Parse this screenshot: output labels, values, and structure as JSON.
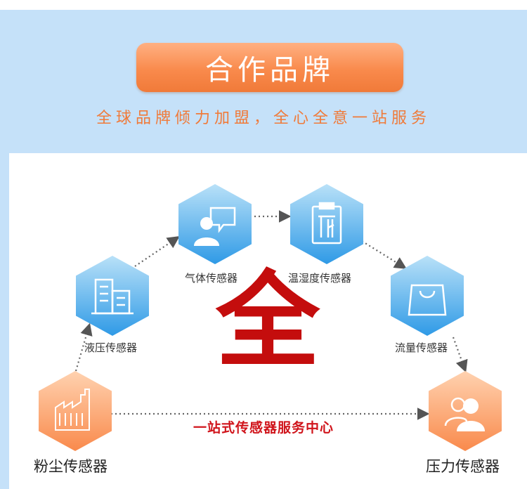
{
  "header": {
    "title": "合作品牌",
    "subtitle": "全球品牌倾力加盟，全心全意一站服务"
  },
  "diagram": {
    "center_char": "全",
    "center_caption": "一站式传感器服务中心",
    "nodes": [
      {
        "id": "dust",
        "label": "粉尘传感器",
        "icon": "factory-icon"
      },
      {
        "id": "hydraulic",
        "label": "液压传感器",
        "icon": "building-icon"
      },
      {
        "id": "gas",
        "label": "气体传感器",
        "icon": "chat-user-icon"
      },
      {
        "id": "humidity",
        "label": "温湿度传感器",
        "icon": "clipboard-icon"
      },
      {
        "id": "flow",
        "label": "流量传感器",
        "icon": "shopping-bag-icon"
      },
      {
        "id": "pressure",
        "label": "压力传感器",
        "icon": "users-icon"
      }
    ]
  },
  "colors": {
    "background": "#c5e1f9",
    "accent_orange": "#f07a39",
    "hex_blue_light": "#a8d8f6",
    "hex_blue_dark": "#2f9ae6",
    "hex_orange_light": "#ffc9a3",
    "hex_orange_dark": "#f98a4c",
    "center_red": "#c40d0d"
  }
}
